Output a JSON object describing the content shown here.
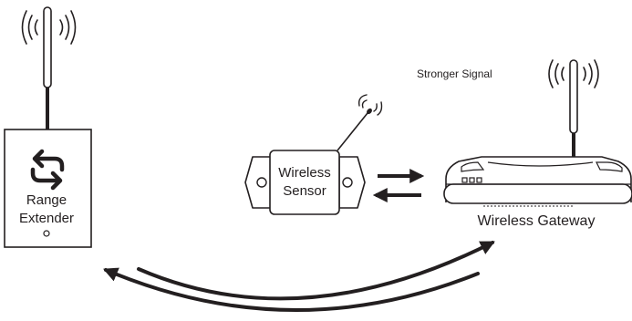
{
  "diagram": {
    "stroke_color": "#231f20",
    "background": "#ffffff",
    "range_extender": {
      "icon": "repeat-cycle-icon",
      "label_line1": "Range",
      "label_line2": "Extender"
    },
    "wireless_sensor": {
      "label_line1": "Wireless",
      "label_line2": "Sensor"
    },
    "gateway": {
      "label": "Wireless Gateway",
      "signal_caption": "Stronger Signal"
    },
    "connections": [
      {
        "from": "wireless_sensor",
        "to": "gateway",
        "style": "straight-arrow"
      },
      {
        "from": "gateway",
        "to": "wireless_sensor",
        "style": "straight-arrow"
      },
      {
        "from": "range_extender",
        "to": "gateway",
        "style": "curved-arrow"
      },
      {
        "from": "gateway",
        "to": "range_extender",
        "style": "curved-arrow"
      }
    ]
  }
}
